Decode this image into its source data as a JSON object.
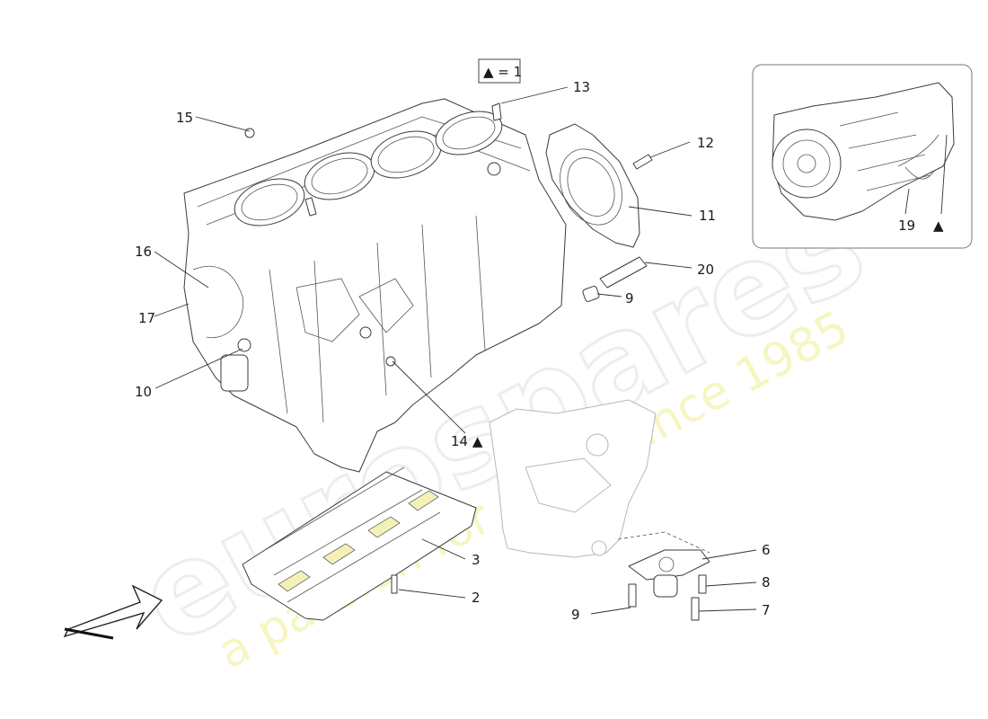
{
  "watermark": {
    "brand": "eurospares",
    "tagline": "a passion for parts since 1985"
  },
  "legend_note": "▲ = 1",
  "callouts": [
    {
      "id": "c15",
      "label": "15"
    },
    {
      "id": "c13",
      "label": "13"
    },
    {
      "id": "c12",
      "label": "12"
    },
    {
      "id": "c11",
      "label": "11"
    },
    {
      "id": "c16",
      "label": "16"
    },
    {
      "id": "c20",
      "label": "20"
    },
    {
      "id": "c9a",
      "label": "9"
    },
    {
      "id": "c10",
      "label": "10"
    },
    {
      "id": "c14",
      "label": "14 ▲"
    },
    {
      "id": "c3",
      "label": "3"
    },
    {
      "id": "c2",
      "label": "2"
    },
    {
      "id": "c6",
      "label": "6"
    },
    {
      "id": "c8",
      "label": "8"
    },
    {
      "id": "c9b",
      "label": "9"
    },
    {
      "id": "c7",
      "label": "7"
    },
    {
      "id": "c17",
      "label": "17"
    },
    {
      "id": "c19",
      "label": "19"
    },
    {
      "id": "ctri",
      "label": "▲"
    }
  ],
  "colors": {
    "line": "#3a3a3a",
    "highlight": "#f4f0b8",
    "watermark": "#ededed"
  }
}
